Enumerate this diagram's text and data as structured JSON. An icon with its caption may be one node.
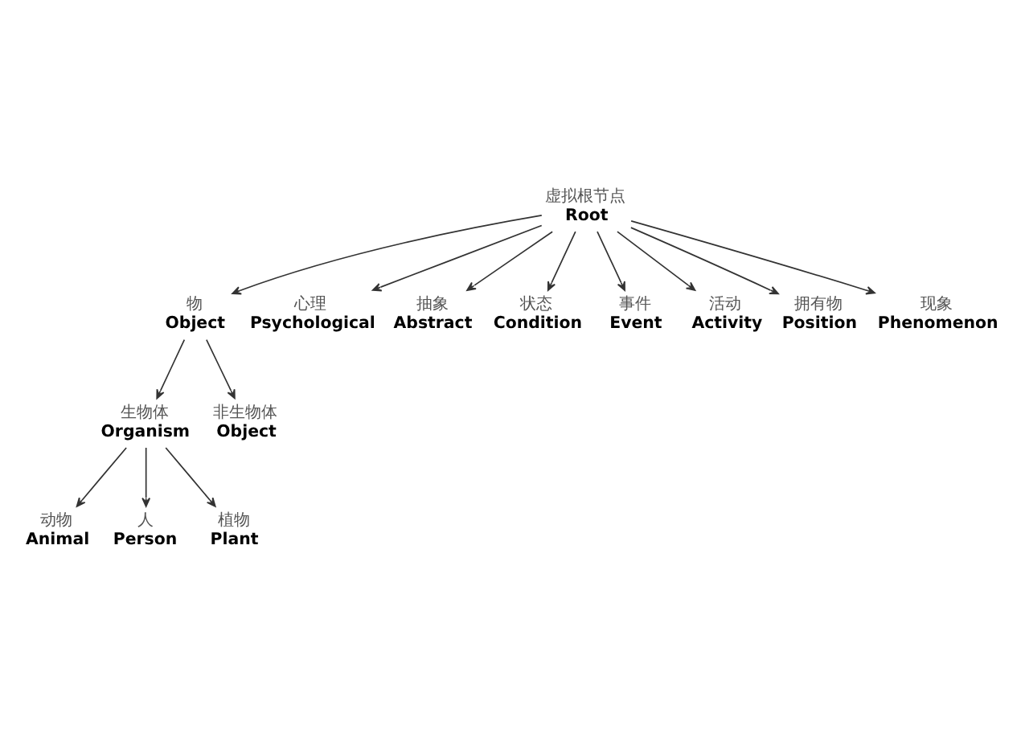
{
  "diagram": {
    "nodes": [
      {
        "text": [
          "虚拟根节点",
          "Root"
        ]
      },
      {
        "text": [
          "物",
          "Object"
        ]
      },
      {
        "text": [
          "心理",
          "Psychological"
        ]
      },
      {
        "text": [
          "抽象",
          "Abstract"
        ]
      },
      {
        "text": [
          "状态",
          "Condition"
        ]
      },
      {
        "text": [
          "事件",
          "Event"
        ]
      },
      {
        "text": [
          "活动",
          "Activity"
        ]
      },
      {
        "text": [
          "拥有物",
          "Position"
        ]
      },
      {
        "text": [
          "现象",
          "Phenomenon"
        ]
      },
      {
        "text": [
          "生物体",
          "Organism"
        ]
      },
      {
        "text": [
          "非生物体",
          "Object"
        ]
      },
      {
        "text": [
          "动物",
          "Animal"
        ]
      },
      {
        "text": [
          "人",
          "Person"
        ]
      },
      {
        "text": [
          "植物",
          "Plant"
        ]
      }
    ],
    "edges": [
      {
        "from": 0,
        "to": 1,
        "arrow": "to"
      },
      {
        "from": 0,
        "to": 2,
        "arrow": "to"
      },
      {
        "from": 0,
        "to": 3,
        "arrow": "to"
      },
      {
        "from": 0,
        "to": 4,
        "arrow": "to"
      },
      {
        "from": 0,
        "to": 5,
        "arrow": "to"
      },
      {
        "from": 0,
        "to": 6,
        "arrow": "to"
      },
      {
        "from": 0,
        "to": 7,
        "arrow": "to"
      },
      {
        "from": 0,
        "to": 8,
        "arrow": "to"
      },
      {
        "from": 1,
        "to": 9,
        "arrow": "to"
      },
      {
        "from": 1,
        "to": 10,
        "arrow": "to"
      },
      {
        "from": 9,
        "to": 11,
        "arrow": "to"
      },
      {
        "from": 9,
        "to": 12,
        "arrow": "to"
      },
      {
        "from": 9,
        "to": 13,
        "arrow": "to"
      }
    ]
  }
}
